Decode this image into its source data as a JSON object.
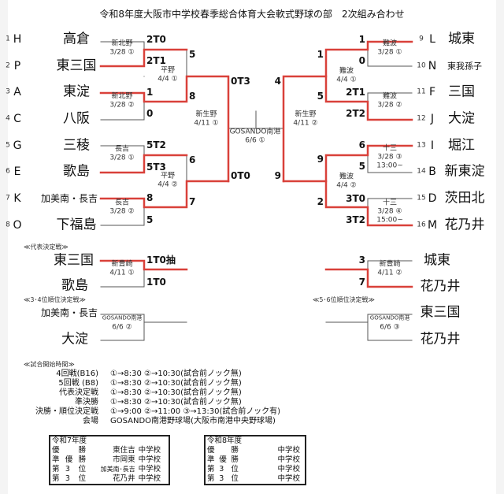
{
  "title": "令和8年度大阪市中学校春季総合体育大会軟式野球の部　2次組み合わせ",
  "left_teams": [
    {
      "seed": "1",
      "letter": "H",
      "name": "高倉"
    },
    {
      "seed": "2",
      "letter": "P",
      "name": "東三国"
    },
    {
      "seed": "3",
      "letter": "A",
      "name": "東淀"
    },
    {
      "seed": "4",
      "letter": "C",
      "name": "八阪"
    },
    {
      "seed": "5",
      "letter": "G",
      "name": "三稜"
    },
    {
      "seed": "6",
      "letter": "E",
      "name": "歌島"
    },
    {
      "seed": "7",
      "letter": "K",
      "name": "加美南・長吉"
    },
    {
      "seed": "8",
      "letter": "O",
      "name": "下福島"
    }
  ],
  "right_teams": [
    {
      "seed": "9",
      "letter": "L",
      "name": "城東"
    },
    {
      "seed": "10",
      "letter": "N",
      "name": "東我孫子"
    },
    {
      "seed": "11",
      "letter": "F",
      "name": "三国"
    },
    {
      "seed": "12",
      "letter": "J",
      "name": "大淀"
    },
    {
      "seed": "13",
      "letter": "I",
      "name": "堀江"
    },
    {
      "seed": "14",
      "letter": "B",
      "name": "新東淀"
    },
    {
      "seed": "15",
      "letter": "D",
      "name": "茨田北"
    },
    {
      "seed": "16",
      "letter": "M",
      "name": "花乃井"
    }
  ],
  "left_r1": [
    {
      "top": "2T0",
      "bottom": "2T1",
      "venue": "新北野",
      "date": "3/28 ①"
    },
    {
      "top": "1",
      "bottom": "0",
      "venue": "新北野",
      "date": "3/28 ②"
    },
    {
      "top": "5T2",
      "bottom": "5T3",
      "venue": "長吉",
      "date": "3/28 ①"
    },
    {
      "top": "8",
      "bottom": "5",
      "venue": "長吉",
      "date": "3/28 ②"
    }
  ],
  "left_r2": [
    {
      "top": "5",
      "bottom": "8",
      "venue": "平野",
      "date": "4/4 ①"
    },
    {
      "top": "6",
      "bottom": "7",
      "venue": "平野",
      "date": "4/4 ②"
    }
  ],
  "left_r3": {
    "top": "0T3",
    "bottom": "0T0",
    "venue": "新生野",
    "date": "4/11 ①"
  },
  "final": {
    "venue": "GOSANDO南港",
    "date": "6/6 ①"
  },
  "right_r3": {
    "top": "4",
    "bottom": "9",
    "venue": "新生野",
    "date": "4/11 ②"
  },
  "right_r2": [
    {
      "top": "1",
      "bottom": "5",
      "venue": "難波",
      "date": "4/4 ①"
    },
    {
      "top": "9",
      "bottom": "2",
      "venue": "難波",
      "date": "4/4 ②"
    }
  ],
  "right_r1": [
    {
      "top": "1",
      "bottom": "0",
      "venue": "難波",
      "date": "3/28 ①"
    },
    {
      "top": "2T1",
      "bottom": "2T2",
      "venue": "難波",
      "date": "3/28 ②"
    },
    {
      "top": "6",
      "bottom": "5",
      "venue": "十三",
      "date": "3/28 ③",
      "time": "13:00~"
    },
    {
      "top": "3T0",
      "bottom": "3T2",
      "venue": "十三",
      "date": "3/28 ④",
      "time": "15:00~"
    }
  ],
  "rep": {
    "label": "≪代表決定戦≫",
    "left": {
      "top": "東三国",
      "bottom": "歌島",
      "top_score": "1T0抽",
      "bottom_score": "1T0",
      "venue": "新豊崎",
      "date": "4/11 ①"
    },
    "right": {
      "top": "城東",
      "bottom": "花乃井",
      "top_score": "3",
      "bottom_score": "7",
      "venue": "新豊崎",
      "date": "4/11 ②"
    }
  },
  "third": {
    "label": "≪3･4位順位決定戦≫",
    "top": "加美南・長吉",
    "bottom": "大淀",
    "venue": "GOSANDO南港",
    "date": "6/6 ②"
  },
  "fifth": {
    "label": "≪5･6位順位決定戦≫",
    "top": "東三国",
    "bottom": "花乃井",
    "venue": "GOSANDO南港",
    "date": "6/6 ③"
  },
  "schedule": {
    "label": "≪試合開始時間≫",
    "rows": [
      {
        "name": "4回戦(B16)",
        "time": "①→8:30 ②→10:30(試合前ノック無)"
      },
      {
        "name": "5回戦 (B8)",
        "time": "①→8:30 ②→10:30(試合前ノック無)"
      },
      {
        "name": "代表決定戦",
        "time": "①→8:30 ②→10:30(試合前ノック無)"
      },
      {
        "name": "準決勝",
        "time": "①→8:30 ②→10:30(試合前ノック無)"
      },
      {
        "name": "決勝・順位決定戦",
        "time": "①→9:00 ②→11:00 ③→13:30(試合前ノック有)"
      },
      {
        "name": "会場",
        "time": "GOSANDO南港野球場(大阪市南港中央野球場)"
      }
    ]
  },
  "results_r7": {
    "header": "令和7年度",
    "rows": [
      {
        "a": "優",
        "b": "",
        "c": "勝",
        "school": "東住吉",
        "suffix": "中学校"
      },
      {
        "a": "準",
        "b": "優",
        "c": "勝",
        "school": "市岡東",
        "suffix": "中学校"
      },
      {
        "a": "第",
        "b": "3",
        "c": "位",
        "school": "加美南･長吉",
        "suffix": "中学校"
      },
      {
        "a": "第",
        "b": "3",
        "c": "位",
        "school": "花乃井",
        "suffix": "中学校"
      }
    ]
  },
  "results_r8": {
    "header": "令和8年度",
    "rows": [
      {
        "a": "優",
        "b": "",
        "c": "勝",
        "school": "",
        "suffix": "中学校"
      },
      {
        "a": "準",
        "b": "優",
        "c": "勝",
        "school": "",
        "suffix": "中学校"
      },
      {
        "a": "第",
        "b": "3",
        "c": "位",
        "school": "",
        "suffix": "中学校"
      },
      {
        "a": "第",
        "b": "3",
        "c": "位",
        "school": "",
        "suffix": "中学校"
      }
    ]
  },
  "colors": {
    "winner_line": "#d9413a",
    "line": "#555555"
  }
}
